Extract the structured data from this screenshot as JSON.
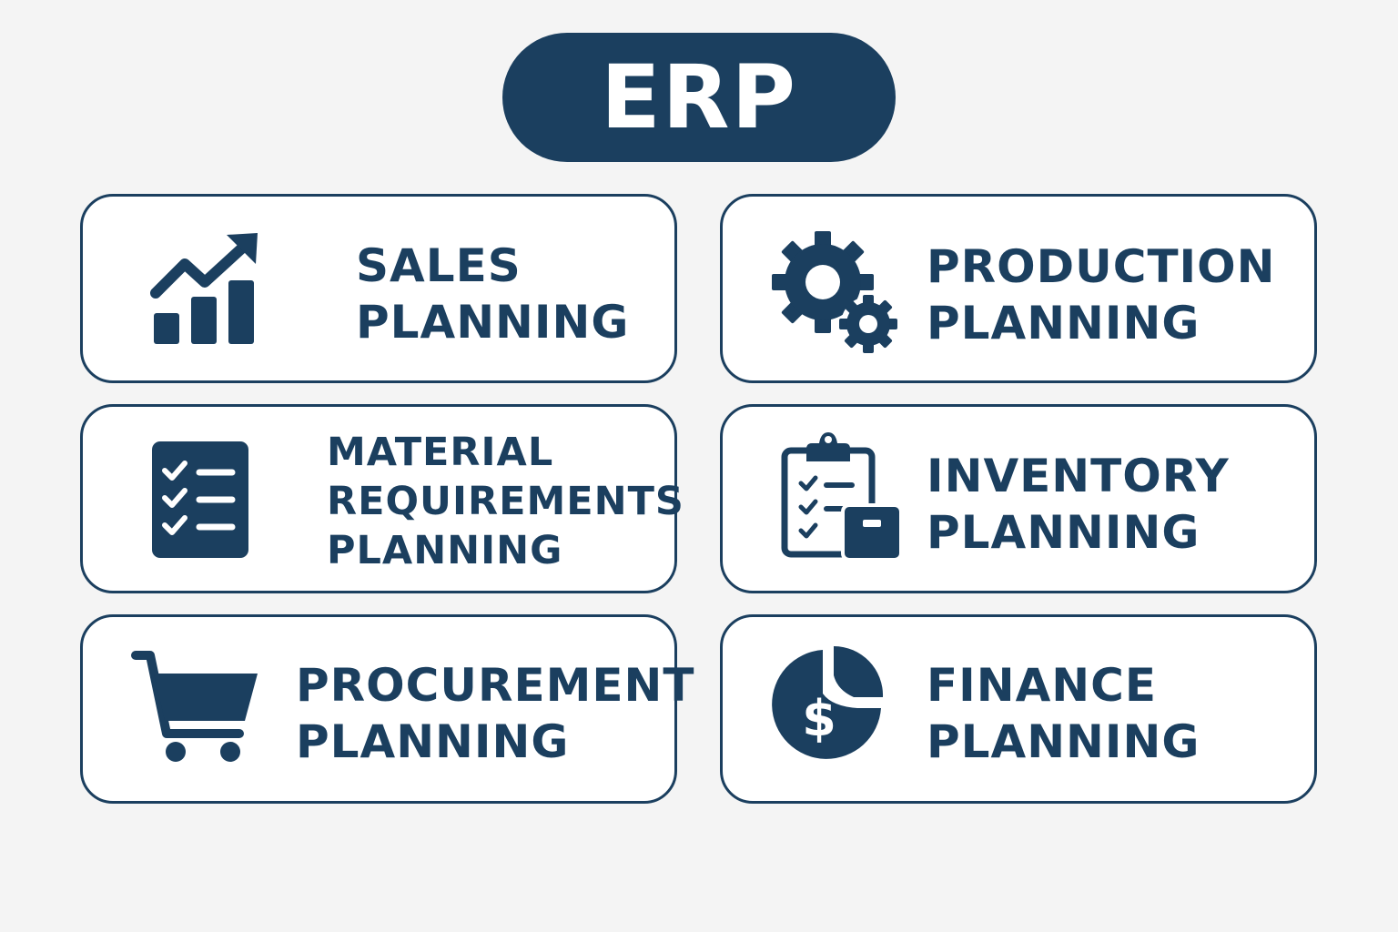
{
  "title": "ERP",
  "colors": {
    "primary": "#1b3f5f",
    "background": "#f4f4f4",
    "card": "#ffffff"
  },
  "modules": [
    {
      "line1": "SALES",
      "line2": "PLANNING",
      "icon": "chart-growth-icon"
    },
    {
      "line1": "PRODUCTION",
      "line2": "PLANNING",
      "icon": "gears-icon"
    },
    {
      "line1": "MATERIAL",
      "line2": "REQUIREMENTS",
      "line3": "PLANNING",
      "icon": "checklist-icon"
    },
    {
      "line1": "INVENTORY",
      "line2": "PLANNING",
      "icon": "clipboard-box-icon"
    },
    {
      "line1": "PROCUREMENT",
      "line2": "PLANNING",
      "icon": "shopping-cart-icon"
    },
    {
      "line1": "FINANCE",
      "line2": "PLANNING",
      "icon": "dollar-pie-icon"
    }
  ]
}
